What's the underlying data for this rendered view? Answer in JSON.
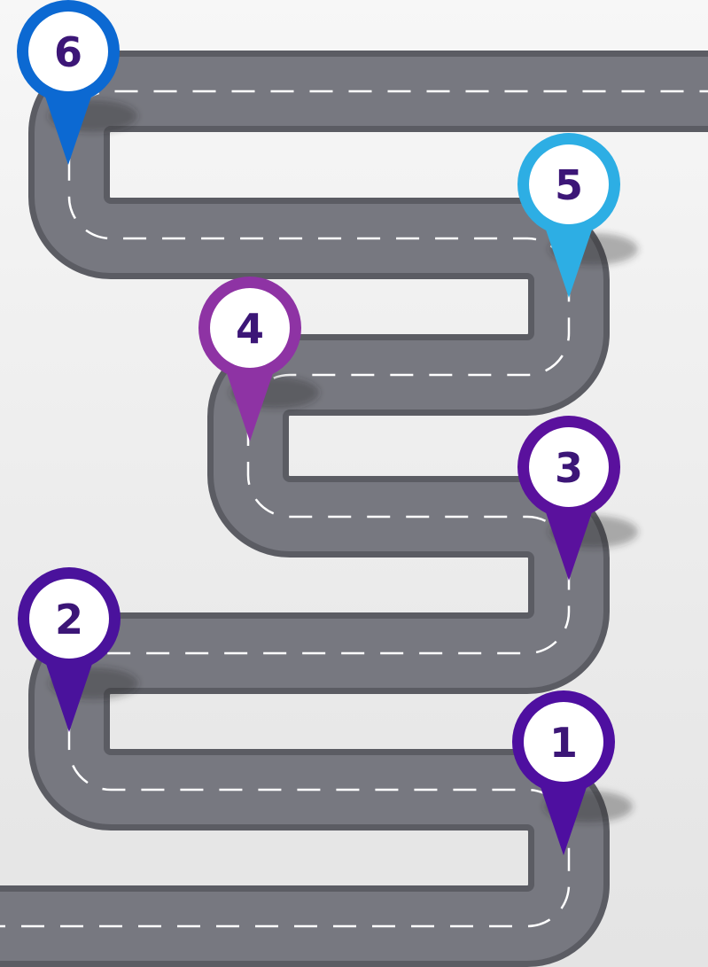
{
  "colors": {
    "background": "#efefef",
    "road_edge": "#5b5c63",
    "road_surface": "#777880",
    "lane_marking": "#ffffff",
    "pin_inner": "#ffffff",
    "number_text": "#3c1677"
  },
  "milestones": [
    {
      "label": "1",
      "color": "#4e0fa0",
      "icon": "map-pin-icon"
    },
    {
      "label": "2",
      "color": "#4a129c",
      "icon": "map-pin-icon"
    },
    {
      "label": "3",
      "color": "#5a119d",
      "icon": "map-pin-icon"
    },
    {
      "label": "4",
      "color": "#8e33a4",
      "icon": "map-pin-icon"
    },
    {
      "label": "5",
      "color": "#2daee4",
      "icon": "map-pin-icon"
    },
    {
      "label": "6",
      "color": "#0c69d2",
      "icon": "map-pin-icon"
    }
  ]
}
